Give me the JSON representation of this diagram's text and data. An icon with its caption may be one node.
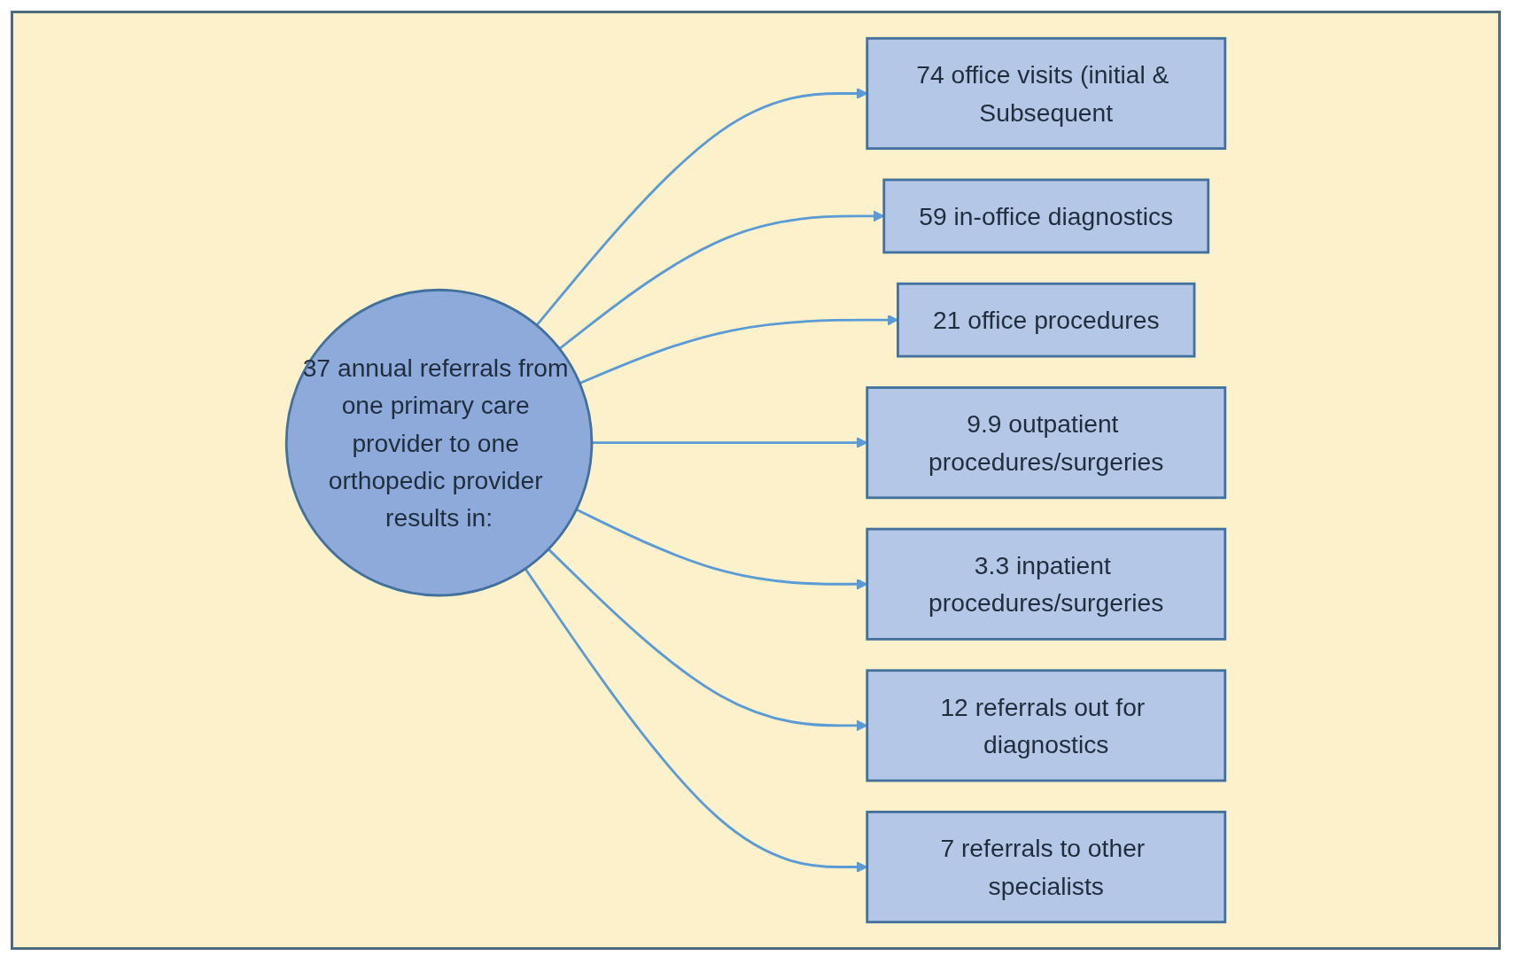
{
  "diagram": {
    "nodes": [
      {
        "text": [
          "37 annual referrals from one primary care provider to one orthopedic provider results in:"
        ]
      },
      {
        "text": [
          "74 office visits (initial & Subsequent"
        ]
      },
      {
        "text": [
          "59 in-office diagnostics"
        ]
      },
      {
        "text": [
          "21 office procedures"
        ]
      },
      {
        "text": [
          "9.9 outpatient procedures/surgeries"
        ]
      },
      {
        "text": [
          "3.3 inpatient procedures/surgeries"
        ]
      },
      {
        "text": [
          "12 referrals out for diagnostics"
        ]
      },
      {
        "text": [
          "7 referrals to other specialists"
        ]
      }
    ],
    "edges": [
      {
        "from": 0,
        "to": 1,
        "arrow": "to"
      },
      {
        "from": 0,
        "to": 2,
        "arrow": "to"
      },
      {
        "from": 0,
        "to": 3,
        "arrow": "to"
      },
      {
        "from": 0,
        "to": 4,
        "arrow": "to"
      },
      {
        "from": 0,
        "to": 5,
        "arrow": "to"
      },
      {
        "from": 0,
        "to": 6,
        "arrow": "to"
      },
      {
        "from": 0,
        "to": 7,
        "arrow": "to"
      }
    ]
  }
}
